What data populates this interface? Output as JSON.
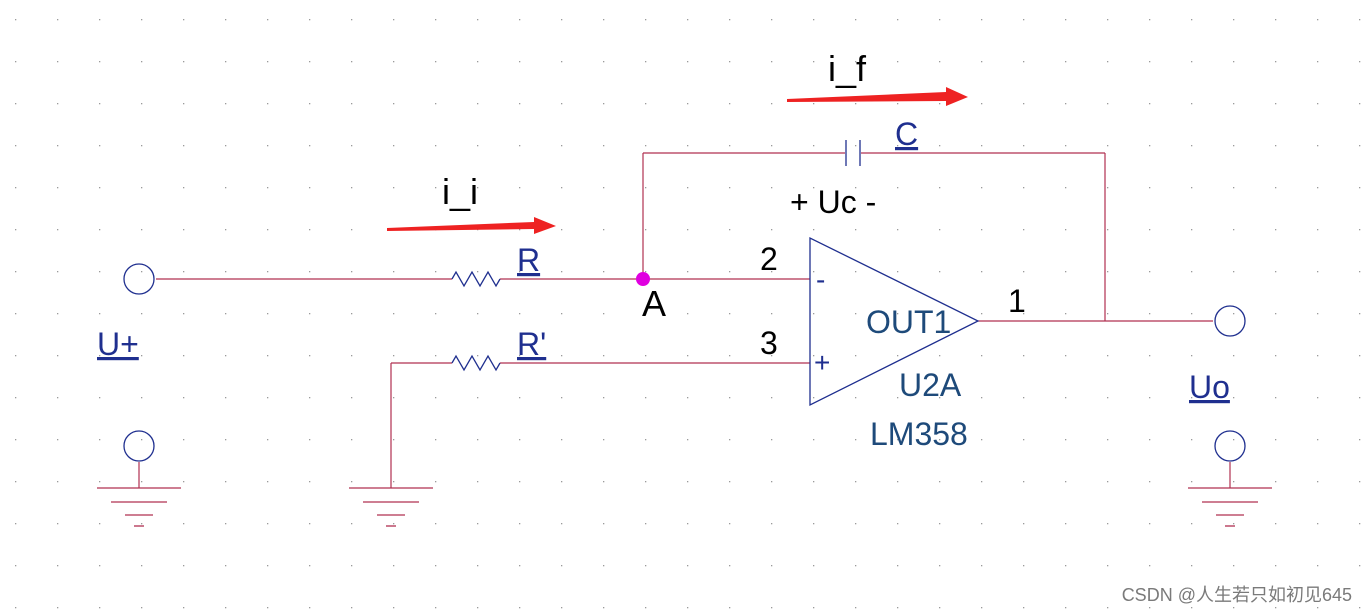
{
  "colors": {
    "wire": "#b03050",
    "component": "#1f2f8f",
    "arrow": "#ee2222",
    "junction": "#e000e0",
    "text": "#000000",
    "link_text": "#1f2f8f",
    "grid_dot": "#9a9a9a"
  },
  "labels": {
    "i_f": "i_f",
    "i_i": "i_i",
    "capacitor": "C",
    "voltage_cap": "+ Uc -",
    "resistor_in": "R",
    "resistor_bias": "R'",
    "node": "A",
    "input_port": "U+",
    "output_port": "Uo",
    "pin_inverting": "2",
    "pin_noninverting": "3",
    "pin_output": "1",
    "minus_sign": "-",
    "plus_sign": "+",
    "out_label": "OUT1",
    "part_ref": "U2A",
    "part_value": "LM358"
  },
  "watermark": "CSDN @人生若只如初见645"
}
